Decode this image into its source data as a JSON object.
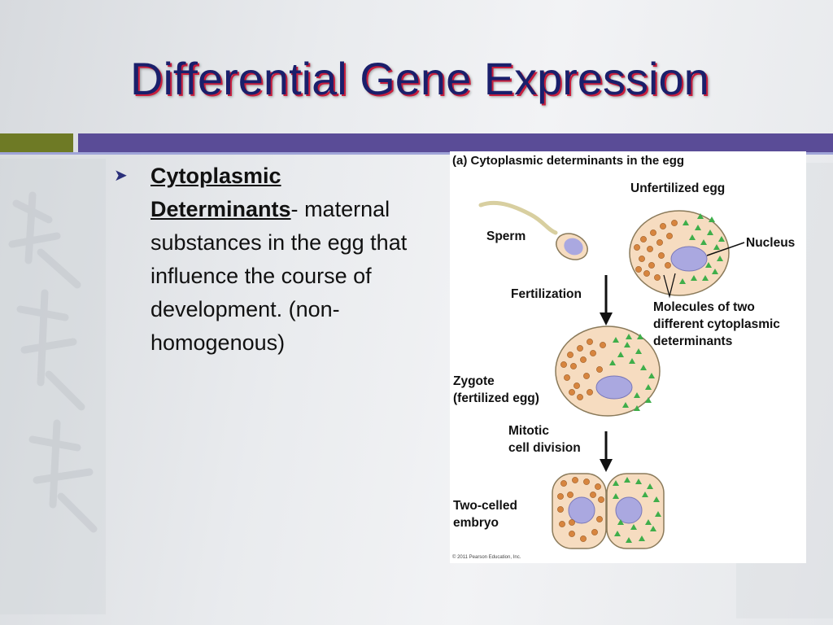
{
  "slide": {
    "title": "Differential Gene Expression",
    "bullet_term": "Cytoplasmic Determinants",
    "bullet_dash": "-",
    "bullet_body": "maternal substances in the egg that influence the course of development. (non-homogenous)"
  },
  "figure": {
    "heading": "(a) Cytoplasmic determinants in the egg",
    "labels": {
      "unfertilized_egg": "Unfertilized egg",
      "sperm": "Sperm",
      "nucleus": "Nucleus",
      "fertilization": "Fertilization",
      "molecules_line1": "Molecules of two",
      "molecules_line2": "different cytoplasmic",
      "molecules_line3": "determinants",
      "zygote_line1": "Zygote",
      "zygote_line2": "(fertilized egg)",
      "mitotic_line1": "Mitotic",
      "mitotic_line2": "cell division",
      "two_celled_line1": "Two-celled",
      "two_celled_line2": "embryo"
    },
    "copyright": "© 2011 Pearson Education, Inc."
  },
  "colors": {
    "title": "#1a1f6b",
    "title_shadow": "#c81e3c",
    "bar_left": "#6e7a25",
    "bar_right": "#5a4c97",
    "cell_fill": "#f6dcc0",
    "nucleus_fill": "#aaa8e0",
    "dot_orange": "#d7853f",
    "triangle_green": "#3fae4a"
  }
}
